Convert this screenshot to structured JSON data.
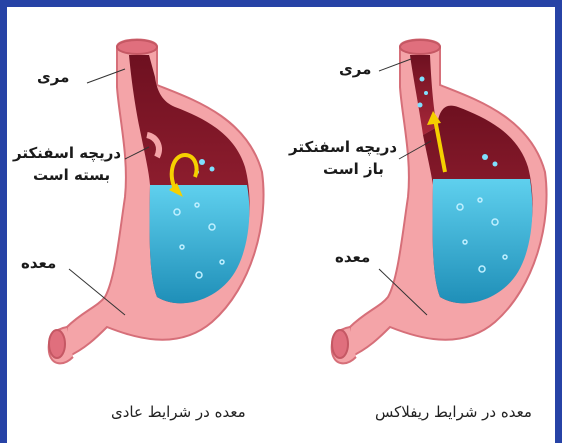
{
  "labels": {
    "left": {
      "esophagus": "مری",
      "sphincter_line1": "دریچه اسفنکتر",
      "sphincter_line2": "بسته است",
      "stomach": "معده",
      "caption": "معده در شرایط عادی"
    },
    "right": {
      "esophagus": "مری",
      "sphincter_line1": "دریچه اسفنکتر",
      "sphincter_line2": "باز است",
      "stomach": "معده",
      "caption": "معده در شرایط ریفلاکس"
    }
  },
  "colors": {
    "frame": "#2743a6",
    "tissue": "#f4a4a8",
    "tissue_dark": "#e07a82",
    "lining": "#8b1e2a",
    "acid": "#3fb4d8",
    "arrow": "#f5d000"
  },
  "icons": [
    "curved-arrow-icon",
    "upward-arrow-icon"
  ]
}
